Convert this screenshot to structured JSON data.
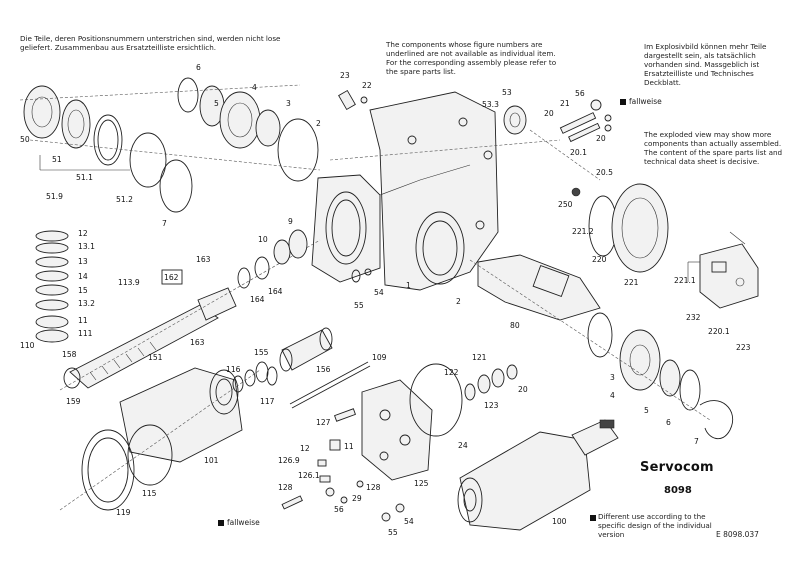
{
  "notes": {
    "german_top_left": "Die Teile, deren Positionsnummern unterstrichen sind, werden nicht lose geliefert. Zusammenbau aus Ersatzteilliste ersichtlich.",
    "english_top_center": "The components whose figure numbers are underlined are not available as individual item. For the corresponding assembly please refer to the spare parts list.",
    "german_top_right": "Im Explosivbild können mehr Teile dargestellt sein, als tatsächlich vorhanden sind. Massgeblich ist Ersatzteilliste und Technisches Deckblatt.",
    "english_right": "The exploded view may show more components than actually assembled. The content of the spare parts list and technical data sheet is decisive.",
    "bottom_right": "Different use according to the specific design of the individual version"
  },
  "brand": {
    "name": "Servocom",
    "model": "8098"
  },
  "fallweise": {
    "top_right": "fallweise",
    "bottom_left": "fallweise"
  },
  "doc_number": "E 8098.037",
  "part_numbers": {
    "p50": "50",
    "p51": "51",
    "p51_1": "51.1",
    "p51_9": "51.9",
    "p51_2": "51.2",
    "p6_top": "6",
    "p5_top": "5",
    "p4_top": "4",
    "p3_top": "3",
    "p2_top": "2",
    "p7_top": "7",
    "p23": "23",
    "p22": "22",
    "p53": "53",
    "p53_3": "53.3",
    "p56": "56",
    "p21": "21",
    "p20": "20",
    "p20_b": "20",
    "p20_1": "20.1",
    "p20_5": "20.5",
    "p250": "250",
    "p221_2": "221.2",
    "p220": "220",
    "p221": "221",
    "p221_1": "221.1",
    "p232": "232",
    "p220_1": "220.1",
    "p223": "223",
    "p12": "12",
    "p13_1": "13.1",
    "p13": "13",
    "p14": "14",
    "p15": "15",
    "p13_2": "13.2",
    "p11a": "11",
    "p111": "111",
    "p110": "110",
    "p113_9": "113.9",
    "p162": "162",
    "p163": "163",
    "p10": "10",
    "p9": "9",
    "p164a": "164",
    "p164b": "164",
    "p55a": "55",
    "p54a": "54",
    "p1": "1",
    "p2_mid": "2",
    "p80": "80",
    "p158": "158",
    "p151": "151",
    "p163b": "163",
    "p159": "159",
    "p155": "155",
    "p156": "156",
    "p116": "116",
    "p117": "117",
    "p109": "109",
    "p121": "121",
    "p122": "122",
    "p20_c": "20",
    "p123": "123",
    "p3_bot": "3",
    "p4_bot": "4",
    "p5_bot": "5",
    "p6_bot": "6",
    "p7_bot": "7",
    "p101": "101",
    "p127": "127",
    "p12b": "12",
    "p11b": "11",
    "p126_9": "126.9",
    "p126_1": "126.1",
    "p128a": "128",
    "p128b": "128",
    "p56b": "56",
    "p29": "29",
    "p125": "125",
    "p24": "24",
    "p119": "119",
    "p115": "115",
    "p55b": "55",
    "p54b": "54",
    "p100": "100"
  }
}
